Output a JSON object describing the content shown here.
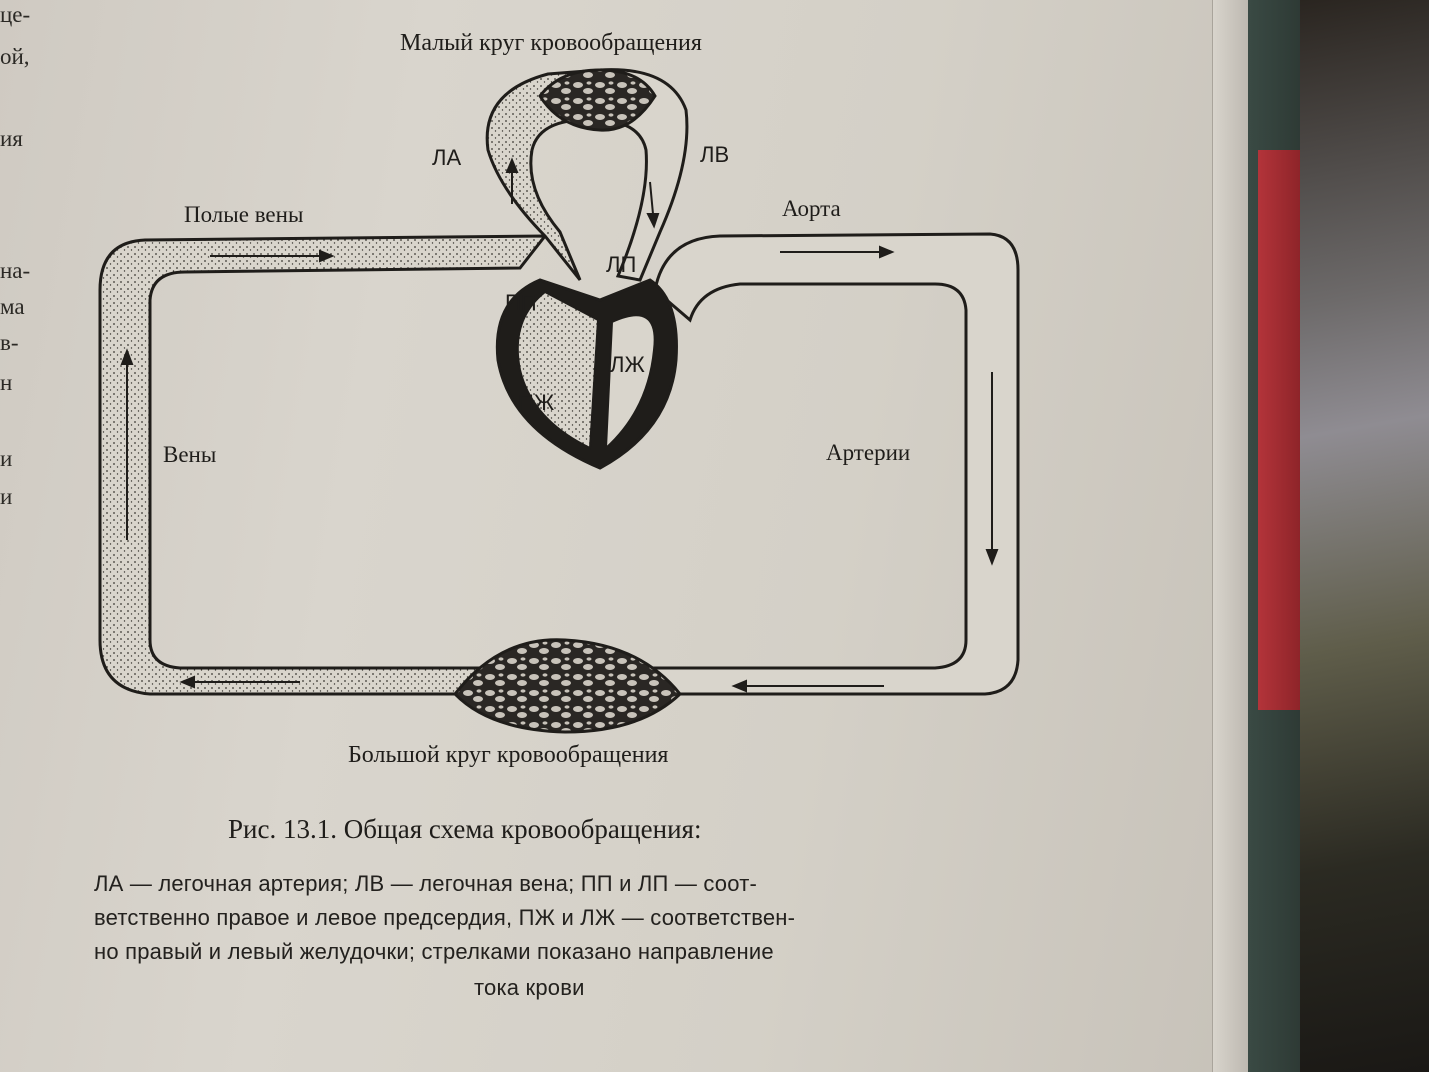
{
  "page_edge_fragments": [
    "це-",
    "ой,",
    "ия",
    "на-",
    "ма",
    "в-",
    "н",
    "и",
    "и"
  ],
  "diagram": {
    "title_top": "Малый круг кровообращения",
    "title_bottom": "Большой круг кровообращения",
    "labels": {
      "la": "ЛА",
      "lv": "ЛВ",
      "aorta": "Аорта",
      "polye_veny": "Полые вены",
      "lp": "ЛП",
      "pp": "ПП",
      "lzh": "ЛЖ",
      "pzh": "ПЖ",
      "veny": "Вены",
      "arterii": "Артерии"
    }
  },
  "caption": {
    "title": "Рис. 13.1. Общая схема кровообращения:",
    "lines": [
      "ЛА — легочная артерия; ЛВ — легочная вена; ПП и ЛП — соот-",
      "ветственно правое и левое предсердия, ПЖ и ЛЖ — соответствен-",
      "но  правый и левый желудочки; стрелками показано направление",
      "тока крови"
    ]
  },
  "colors": {
    "paper": "#d4d0c7",
    "ink": "#1f1d1a",
    "cover_green": "#2e3a35",
    "cover_red": "#a02c31"
  }
}
